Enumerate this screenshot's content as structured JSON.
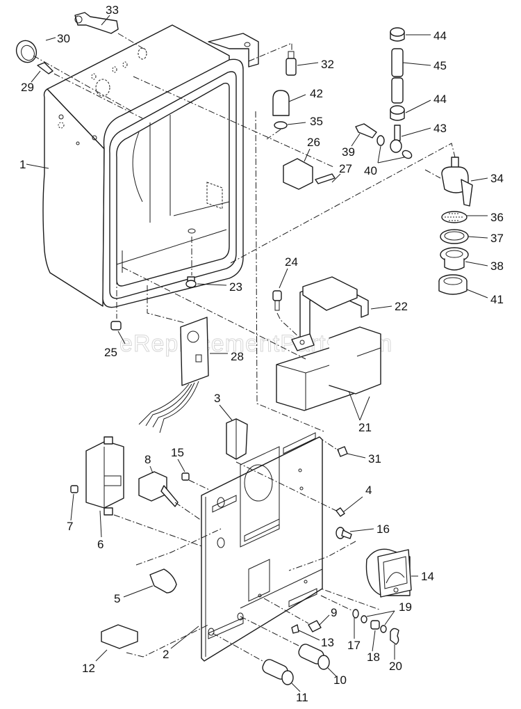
{
  "diagram": {
    "type": "exploded-parts-diagram",
    "subject": "Enclosure / control panel assembly",
    "watermark": "eReplacementParts.com",
    "parts": [
      {
        "id": "p1",
        "number": "1",
        "name": "enclosure-box"
      },
      {
        "id": "p2",
        "number": "2",
        "name": "front-panel"
      },
      {
        "id": "p3",
        "number": "3",
        "name": "circuit-breaker"
      },
      {
        "id": "p4",
        "number": "4",
        "name": "screw"
      },
      {
        "id": "p5",
        "number": "5",
        "name": "pilot-lamp"
      },
      {
        "id": "p6",
        "number": "6",
        "name": "receptacle"
      },
      {
        "id": "p7",
        "number": "7",
        "name": "nut"
      },
      {
        "id": "p8",
        "number": "8",
        "name": "toggle-switch"
      },
      {
        "id": "p9",
        "number": "9",
        "name": "screw"
      },
      {
        "id": "p10",
        "number": "10",
        "name": "terminal-knob"
      },
      {
        "id": "p11",
        "number": "11",
        "name": "terminal-knob"
      },
      {
        "id": "p12",
        "number": "12",
        "name": "switch"
      },
      {
        "id": "p13",
        "number": "13",
        "name": "screw"
      },
      {
        "id": "p14",
        "number": "14",
        "name": "meter"
      },
      {
        "id": "p15",
        "number": "15",
        "name": "nut"
      },
      {
        "id": "p16",
        "number": "16",
        "name": "bolt"
      },
      {
        "id": "p17",
        "number": "17",
        "name": "washer"
      },
      {
        "id": "p18",
        "number": "18",
        "name": "nut"
      },
      {
        "id": "p19",
        "number": "19",
        "name": "washers"
      },
      {
        "id": "p20",
        "number": "20",
        "name": "wing-nut"
      },
      {
        "id": "p21",
        "number": "21",
        "name": "transformers"
      },
      {
        "id": "p22",
        "number": "22",
        "name": "bracket"
      },
      {
        "id": "p23",
        "number": "23",
        "name": "bolt"
      },
      {
        "id": "p24",
        "number": "24",
        "name": "bolt"
      },
      {
        "id": "p25",
        "number": "25",
        "name": "nut"
      },
      {
        "id": "p26",
        "number": "26",
        "name": "clip"
      },
      {
        "id": "p27",
        "number": "27",
        "name": "screw"
      },
      {
        "id": "p28",
        "number": "28",
        "name": "circuit-board"
      },
      {
        "id": "p29",
        "number": "29",
        "name": "screw"
      },
      {
        "id": "p30",
        "number": "30",
        "name": "grommet"
      },
      {
        "id": "p31",
        "number": "31",
        "name": "screw"
      },
      {
        "id": "p32",
        "number": "32",
        "name": "fitting"
      },
      {
        "id": "p33",
        "number": "33",
        "name": "latch"
      },
      {
        "id": "p34",
        "number": "34",
        "name": "valve"
      },
      {
        "id": "p35",
        "number": "35",
        "name": "o-ring"
      },
      {
        "id": "p36",
        "number": "36",
        "name": "screen"
      },
      {
        "id": "p37",
        "number": "37",
        "name": "gasket"
      },
      {
        "id": "p38",
        "number": "38",
        "name": "bushing"
      },
      {
        "id": "p39",
        "number": "39",
        "name": "bolt"
      },
      {
        "id": "p40",
        "number": "40",
        "name": "washers"
      },
      {
        "id": "p41",
        "number": "41",
        "name": "nut"
      },
      {
        "id": "p42",
        "number": "42",
        "name": "cap"
      },
      {
        "id": "p43",
        "number": "43",
        "name": "banjo-fitting"
      },
      {
        "id": "p44a",
        "number": "44",
        "name": "hose-clamp-top"
      },
      {
        "id": "p44b",
        "number": "44",
        "name": "hose-clamp-bottom"
      },
      {
        "id": "p45",
        "number": "45",
        "name": "hose"
      }
    ]
  }
}
